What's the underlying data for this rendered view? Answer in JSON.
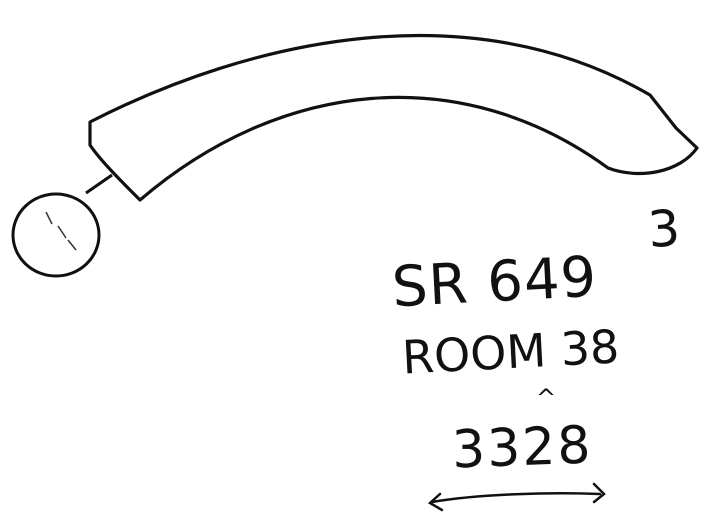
{
  "sketch": {
    "corner_number": "3",
    "line1": "SR 649",
    "line2": "ROOM 38",
    "caret": "^",
    "line3": "3328"
  },
  "colors": {
    "ink": "#111111",
    "paper": "#ffffff"
  }
}
